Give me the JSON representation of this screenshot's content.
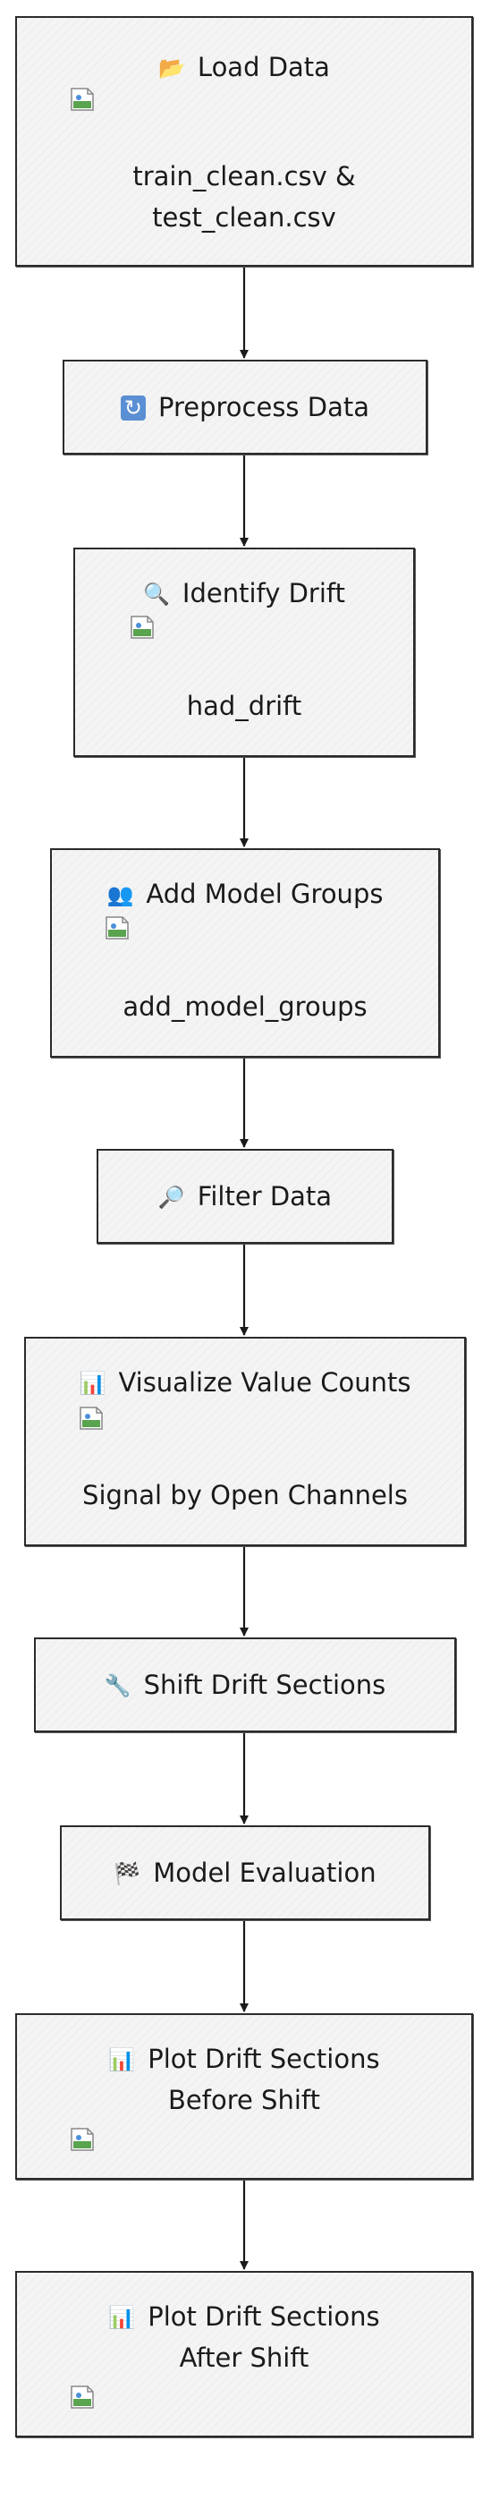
{
  "nodes": [
    {
      "id": "load-data",
      "icon": "open-folder-icon",
      "glyph": "📂",
      "title": "Load Data",
      "broken_image": true,
      "lines": [
        "train_clean.csv &",
        "test_clean.csv"
      ]
    },
    {
      "id": "preprocess-data",
      "icon": "refresh-icon",
      "glyph": "🔄",
      "title": "Preprocess Data",
      "broken_image": false,
      "lines": []
    },
    {
      "id": "identify-drift",
      "icon": "magnifier-icon",
      "glyph": "🔍",
      "title": "Identify Drift",
      "broken_image": true,
      "lines": [
        "had_drift"
      ]
    },
    {
      "id": "add-model-groups",
      "icon": "people-icon",
      "glyph": "👥",
      "title": "Add Model Groups",
      "broken_image": true,
      "lines": [
        "add_model_groups"
      ]
    },
    {
      "id": "filter-data",
      "icon": "magnifier-right-icon",
      "glyph": "🔎",
      "title": "Filter Data",
      "broken_image": false,
      "lines": []
    },
    {
      "id": "visualize-value-counts",
      "icon": "bar-chart-icon",
      "glyph": "📊",
      "title": "Visualize Value Counts",
      "broken_image": true,
      "lines": [
        "Signal by Open Channels"
      ]
    },
    {
      "id": "shift-drift-sections",
      "icon": "wrench-icon",
      "glyph": "🔧",
      "title": "Shift Drift Sections",
      "broken_image": false,
      "lines": []
    },
    {
      "id": "model-evaluation",
      "icon": "checkered-flag-icon",
      "glyph": "🏁",
      "title": "Model Evaluation",
      "broken_image": false,
      "lines": []
    },
    {
      "id": "plot-before-shift",
      "icon": "bar-chart-icon",
      "glyph": "📊",
      "title": "Plot Drift Sections",
      "title2": "Before Shift",
      "broken_image": true,
      "lines": []
    },
    {
      "id": "plot-after-shift",
      "icon": "bar-chart-icon",
      "glyph": "📊",
      "title": "Plot Drift Sections",
      "title2": "After Shift",
      "broken_image": true,
      "lines": []
    }
  ]
}
